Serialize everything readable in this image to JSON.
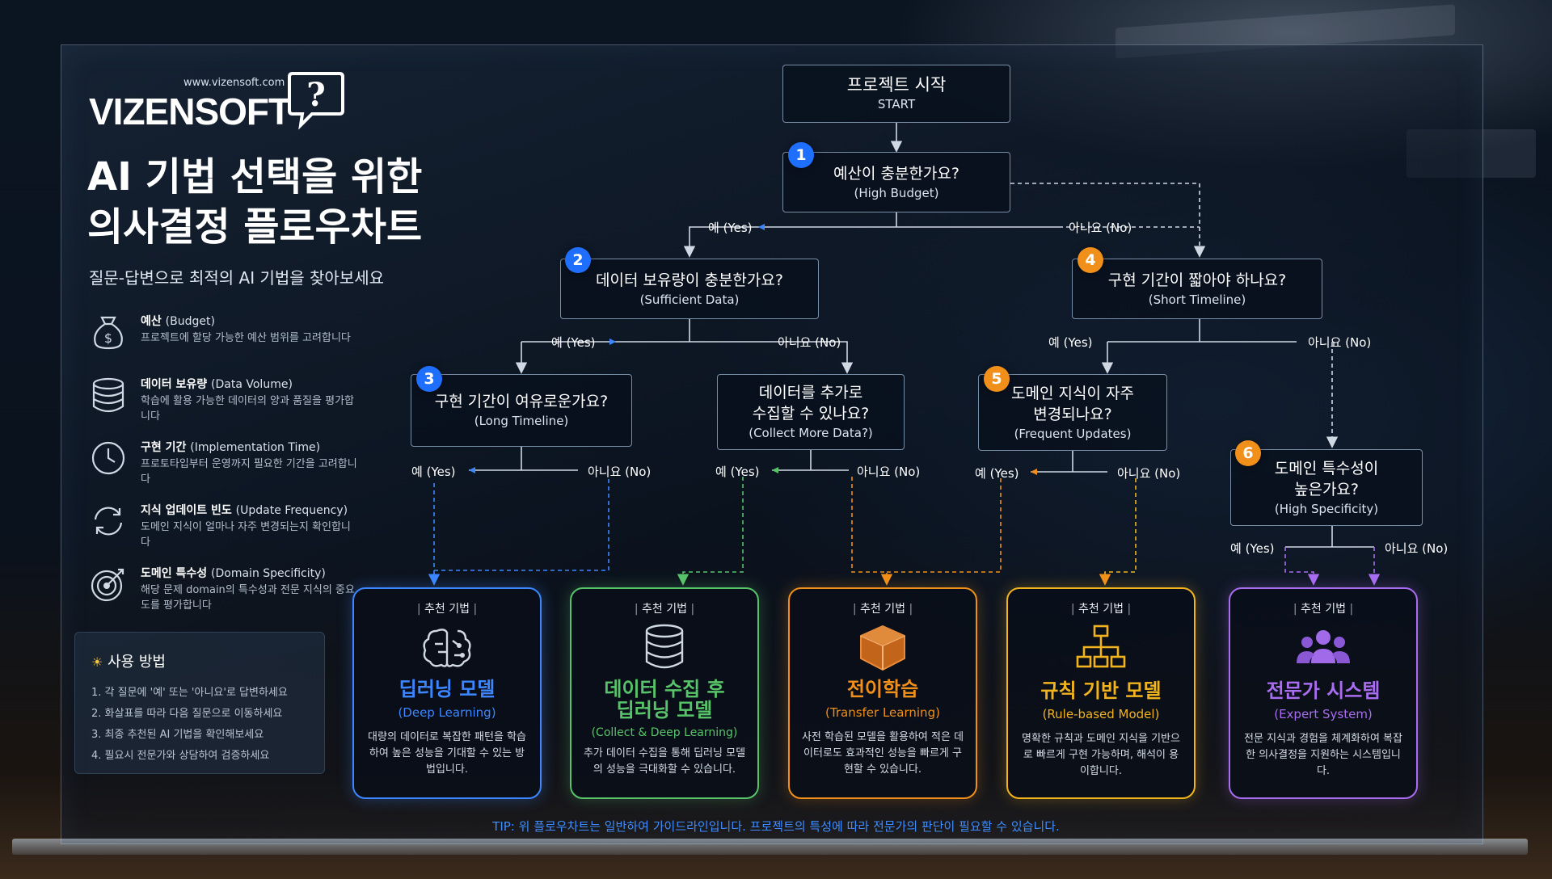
{
  "brand": {
    "url": "www.vizensoft.com",
    "logo_text": "VIZENSOFT",
    "logo_icon": "question-bubble-icon"
  },
  "header": {
    "title_line1": "AI 기법 선택을 위한",
    "title_line2": "의사결정 플로우차트",
    "subtitle": "질문-답변으로 최적의 AI 기법을 찾아보세요"
  },
  "criteria": [
    {
      "icon": "money-bag-icon",
      "title": "예산",
      "title_en": "(Budget)",
      "desc": "프로젝트에 할당 가능한 예산 범위를 고려합니다"
    },
    {
      "icon": "database-icon",
      "title": "데이터 보유량",
      "title_en": "(Data Volume)",
      "desc": "학습에 활용 가능한 데이터의 양과 품질을 평가합니다"
    },
    {
      "icon": "clock-icon",
      "title": "구현 기간",
      "title_en": "(Implementation Time)",
      "desc": "프로토타입부터 운영까지 필요한 기간을 고려합니다"
    },
    {
      "icon": "refresh-icon",
      "title": "지식 업데이트 빈도",
      "title_en": "(Update Frequency)",
      "desc": "도메인 지식이 얼마나 자주 변경되는지 확인합니다"
    },
    {
      "icon": "target-icon",
      "title": "도메인 특수성",
      "title_en": "(Domain Specificity)",
      "desc": "해당 문제 domain의 특수성과 전문 지식의 중요도를 평가합니다"
    }
  ],
  "howto": {
    "icon": "lightbulb-icon",
    "title": "사용 방법",
    "steps": [
      "1. 각 질문에 '예' 또는 '아니요'로 답변하세요",
      "2. 화살표를 따라 다음 질문으로 이동하세요",
      "3. 최종 추천된 AI 기법을 확인해보세요",
      "4. 필요시 전문가와 상담하여 검증하세요"
    ]
  },
  "flow": {
    "start": {
      "q": "프로젝트 시작",
      "e": "START"
    },
    "q1": {
      "num": "1",
      "q": "예산이 충분한가요?",
      "e": "(High Budget)"
    },
    "q2": {
      "num": "2",
      "q": "데이터 보유량이 충분한가요?",
      "e": "(Sufficient Data)"
    },
    "q3": {
      "num": "3",
      "q": "구현 기간이 여유로운가요?",
      "e": "(Long Timeline)"
    },
    "q_collect": {
      "q1": "데이터를 추가로",
      "q2": "수집할 수 있나요?",
      "e": "(Collect More Data?)"
    },
    "q4": {
      "num": "4",
      "q": "구현 기간이 짧아야 하나요?",
      "e": "(Short Timeline)"
    },
    "q5": {
      "num": "5",
      "q1": "도메인 지식이 자주",
      "q2": "변경되나요?",
      "e": "(Frequent Updates)"
    },
    "q6": {
      "num": "6",
      "q1": "도메인 특수성이",
      "q2": "높은가요?",
      "e": "(High Specificity)"
    },
    "yes_label": "예 (Yes)",
    "no_label": "아니요 (No)"
  },
  "recommend_tag": "추천 기법",
  "results": [
    {
      "icon": "brain-icon",
      "color": "#3d86ff",
      "name1": "딥러닝 모델",
      "name2": "",
      "en": "(Deep Learning)",
      "desc": "대량의 데이터로 복잡한 패턴을 학습하여 높은 성능을 기대할 수 있는 방법입니다."
    },
    {
      "icon": "database-icon",
      "color": "#58c46a",
      "name1": "데이터 수집 후",
      "name2": "딥러닝 모델",
      "en": "(Collect & Deep Learning)",
      "desc": "추가 데이터 수집을 통해 딥러닝 모델의 성능을 극대화할 수 있습니다."
    },
    {
      "icon": "cube-icon",
      "color": "#f0901a",
      "name1": "전이학습",
      "name2": "",
      "en": "(Transfer Learning)",
      "desc": "사전 학습된 모델을 활용하여 적은 데이터로도 효과적인 성능을 빠르게 구현할 수 있습니다."
    },
    {
      "icon": "hierarchy-icon",
      "color": "#f2b41e",
      "name1": "규칙 기반 모델",
      "name2": "",
      "en": "(Rule-based Model)",
      "desc": "명확한 규칙과 도메인 지식을 기반으로 빠르게 구현 가능하며, 해석이 용이합니다."
    },
    {
      "icon": "users-icon",
      "color": "#a86df0",
      "name1": "전문가 시스템",
      "name2": "",
      "en": "(Expert System)",
      "desc": "전문 지식과 경험을 체계화하여 복잡한 의사결정을 지원하는 시스템입니다."
    }
  ],
  "tip": "TIP: 위 플로우차트는 일반하여 가이드라인입니다. 프로젝트의 특성에 따라 전문가의 판단이 필요할 수 있습니다."
}
